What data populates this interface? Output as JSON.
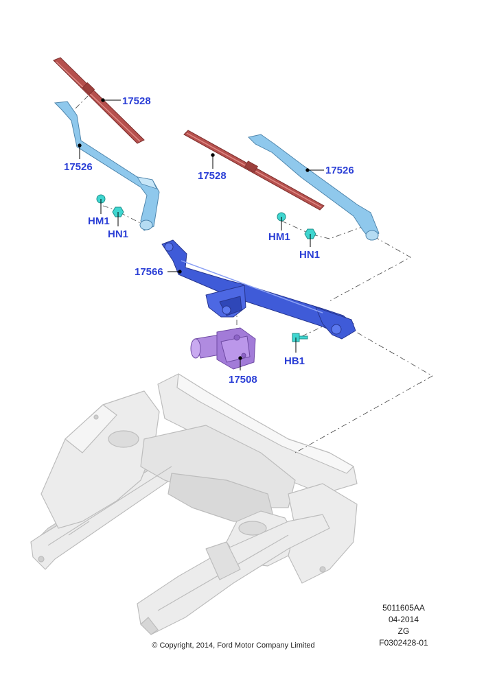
{
  "colors": {
    "callout_text": "#2b3fd6",
    "wiper_blade": "#b5504d",
    "wiper_arm": "#8fc8ec",
    "linkage": "#3f5bd8",
    "motor": "#b08be0",
    "fastener": "#3fd6d0",
    "body_structure": "#e6e6e6"
  },
  "callouts": {
    "blade_left": "17528",
    "arm_left": "17526",
    "blade_right": "17528",
    "arm_right": "17526",
    "hm1_left": "HM1",
    "hn1_left": "HN1",
    "hm1_right": "HM1",
    "hn1_right": "HN1",
    "linkage": "17566",
    "motor": "17508",
    "hb1": "HB1"
  },
  "meta": {
    "code": "5011605AA",
    "date": "04-2014",
    "zg": "ZG",
    "figure": "F0302428-01"
  },
  "copyright": "© Copyright, 2014, Ford Motor Company Limited"
}
